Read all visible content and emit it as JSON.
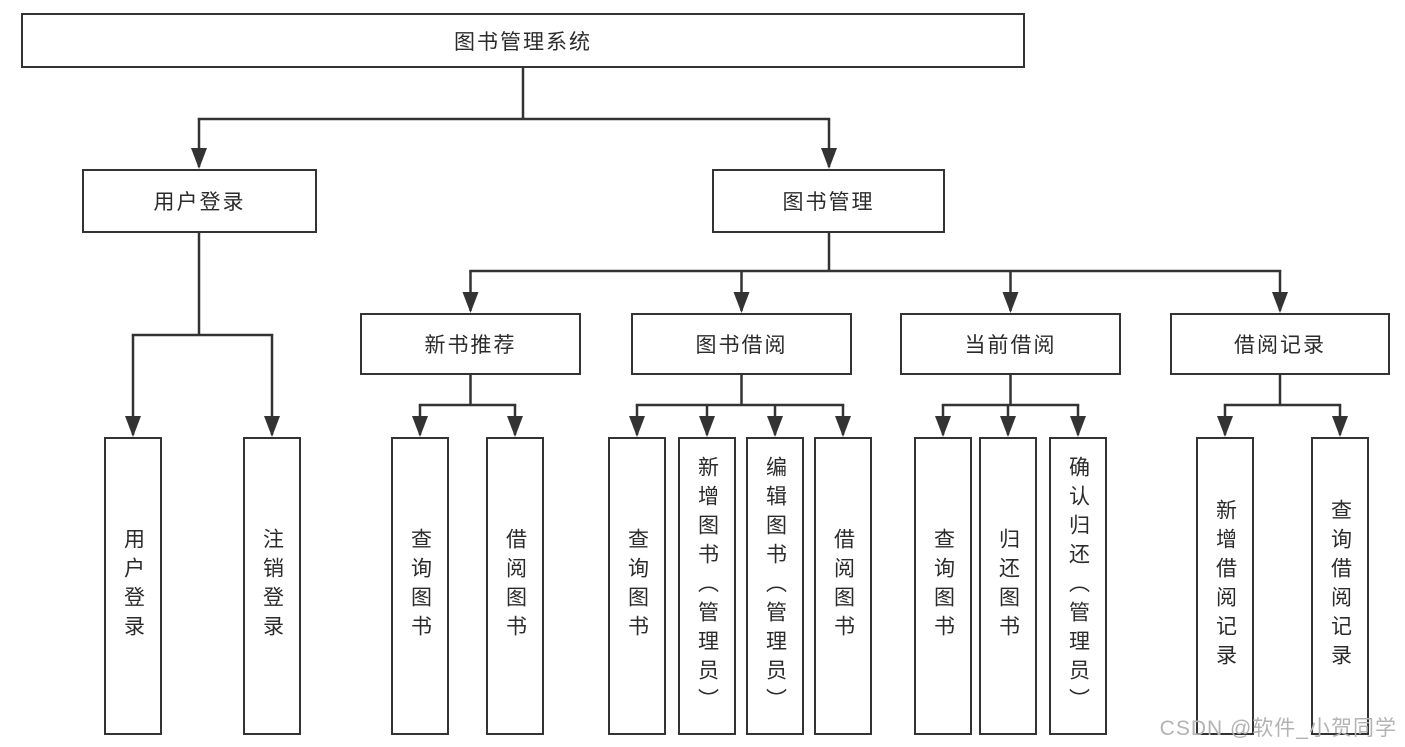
{
  "diagram": {
    "title": "图书管理系统",
    "watermark": "CSDN @软件_小贺同学",
    "colors": {
      "line": "#333333",
      "box_border": "#333333",
      "text": "#2b2b2b",
      "watermark": "#b3b3b3",
      "background": "#ffffff"
    },
    "nodes": {
      "root": {
        "label": "图书管理系统"
      },
      "user_login": {
        "label": "用户登录"
      },
      "book_mgmt": {
        "label": "图书管理"
      },
      "new_book_rec": {
        "label": "新书推荐"
      },
      "book_borrow": {
        "label": "图书借阅"
      },
      "current_borrow": {
        "label": "当前借阅"
      },
      "borrow_record": {
        "label": "借阅记录"
      },
      "leaf_user_login": {
        "label": "用户登录"
      },
      "leaf_logout": {
        "label": "注销登录"
      },
      "leaf_query_book_1": {
        "label": "查询图书"
      },
      "leaf_borrow_book_1": {
        "label": "借阅图书"
      },
      "leaf_query_book_2": {
        "label": "查询图书"
      },
      "leaf_add_book": {
        "label": "新增图书（管理员）"
      },
      "leaf_edit_book": {
        "label": "编辑图书（管理员）"
      },
      "leaf_borrow_book_2": {
        "label": "借阅图书"
      },
      "leaf_query_book_3": {
        "label": "查询图书"
      },
      "leaf_return_book": {
        "label": "归还图书"
      },
      "leaf_confirm_return": {
        "label": "确认归还（管理员）"
      },
      "leaf_add_record": {
        "label": "新增借阅记录"
      },
      "leaf_query_record": {
        "label": "查询借阅记录"
      }
    },
    "hierarchy": {
      "root": [
        "user_login",
        "book_mgmt"
      ],
      "user_login": [
        "leaf_user_login",
        "leaf_logout"
      ],
      "book_mgmt": [
        "new_book_rec",
        "book_borrow",
        "current_borrow",
        "borrow_record"
      ],
      "new_book_rec": [
        "leaf_query_book_1",
        "leaf_borrow_book_1"
      ],
      "book_borrow": [
        "leaf_query_book_2",
        "leaf_add_book",
        "leaf_edit_book",
        "leaf_borrow_book_2"
      ],
      "current_borrow": [
        "leaf_query_book_3",
        "leaf_return_book",
        "leaf_confirm_return"
      ],
      "borrow_record": [
        "leaf_add_record",
        "leaf_query_record"
      ]
    }
  }
}
